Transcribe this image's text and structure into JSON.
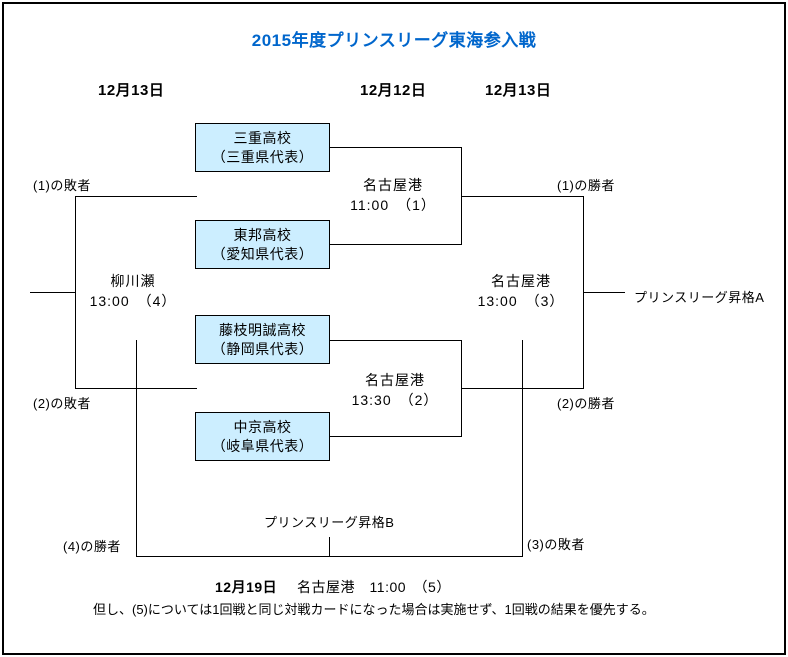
{
  "title": "2015年度プリンスリーグ東海参入戦",
  "columns": {
    "date_left": "12月13日",
    "date_mid": "12月12日",
    "date_right": "12月13日"
  },
  "teams": [
    {
      "name": "三重高校",
      "prefecture": "（三重県代表）"
    },
    {
      "name": "東邦高校",
      "prefecture": "（愛知県代表）"
    },
    {
      "name": "藤枝明誠高校",
      "prefecture": "（静岡県代表）"
    },
    {
      "name": "中京高校",
      "prefecture": "（岐阜県代表）"
    }
  ],
  "matches": {
    "m1": {
      "venue": "名古屋港",
      "time": "11:00　（1）"
    },
    "m2": {
      "venue": "名古屋港",
      "time": "13:30　（2）"
    },
    "m3": {
      "venue": "名古屋港",
      "time": "13:00　（3）"
    },
    "m4": {
      "venue": "柳川瀬",
      "time": "13:00　（4）"
    }
  },
  "feeders": {
    "loser1": "(1)の敗者",
    "loser2": "(2)の敗者",
    "winner1": "(1)の勝者",
    "winner2": "(2)の勝者",
    "winner4": "(4)の勝者",
    "loser3": "(3)の敗者"
  },
  "outcomes": {
    "promotion_a": "プリンスリーグ昇格A",
    "promotion_b": "プリンスリーグ昇格B"
  },
  "final": {
    "date": "12月19日",
    "details": "名古屋港　11:00　（5）"
  },
  "note": "但し、(5)については1回戦と同じ対戦カードになった場合は実施せず、1回戦の結果を優先する。",
  "colors": {
    "title_text": "#0066cc",
    "team_box_fill": "#cceeff",
    "team_box_border": "#000000",
    "line": "#000000",
    "background": "#ffffff"
  }
}
